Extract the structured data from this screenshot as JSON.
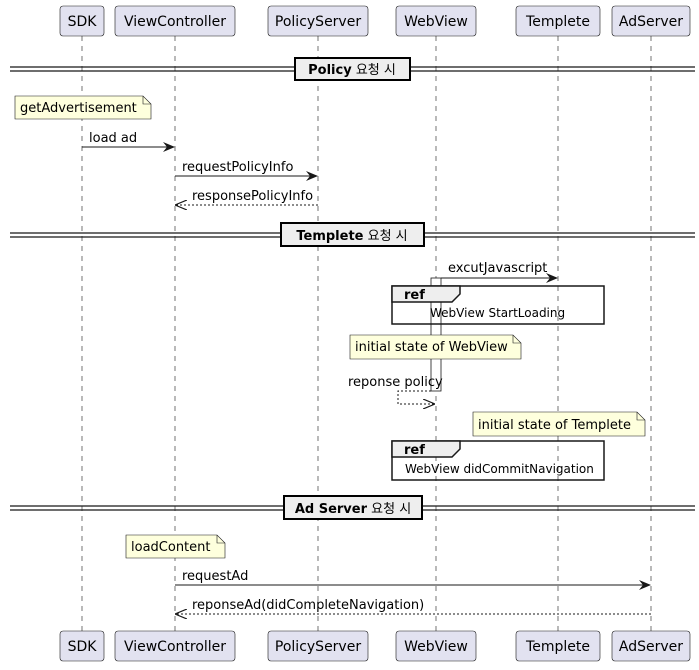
{
  "participants": [
    "SDK",
    "ViewController",
    "PolicyServer",
    "WebView",
    "Templete",
    "AdServer"
  ],
  "sections": [
    {
      "bold": "Policy",
      "rest": " 요청 시"
    },
    {
      "bold": "Templete",
      "rest": " 요청 시"
    },
    {
      "bold": "Ad Server",
      "rest": " 요청 시"
    }
  ],
  "notes": [
    "getAdvertisement",
    "initial state of WebView",
    "initial state of Templete",
    "loadContent"
  ],
  "messages": [
    "load ad",
    "requestPolicyInfo",
    "responsePolicyInfo",
    "excutJavascript",
    "reponse policy",
    "requestAd",
    "reponseAd(didCompleteNavigation)"
  ],
  "refs": [
    {
      "keyword": "ref",
      "text": "WebView StartLoading"
    },
    {
      "keyword": "ref",
      "text": "WebView didCommitNavigation"
    }
  ],
  "colors": {
    "participant_fill": "#E2E2F0",
    "participant_border": "#181818",
    "note_fill": "#FEFFDD",
    "lifeline": "#181818"
  }
}
